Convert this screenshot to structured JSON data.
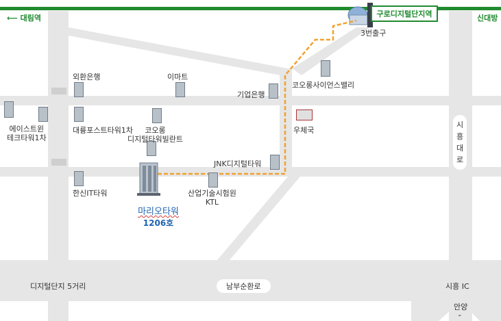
{
  "subway": {
    "line_color": "#1f8a2e",
    "direction_left": "⟵ 대림역",
    "direction_right": "신대방",
    "station": "구로디지털단지역",
    "exit": "3번출구"
  },
  "destination": {
    "name": "마리오타워",
    "room": "1206호",
    "color": "#1e62b0"
  },
  "route": {
    "color": "#f2a12e"
  },
  "buildings": {
    "exchange_bank": "외환은행",
    "emart": "이마트",
    "ibk": "기업은행",
    "kolon_science": "코오롱사이언스밸리",
    "post_office": "우체국",
    "ace_tower": "에이스트윈\n테크타워1차",
    "daeryung": "대륭포스트타워1차",
    "kolon_digital": "코오롱\n디지털타워빌란트",
    "jnk": "JNK디지털타워",
    "hanshin": "한신IT타워",
    "ktl": "산업기술시험원\nKTL"
  },
  "roads": {
    "siheung_daero": "시\n흥\n대\n로",
    "digital_5geori": "디지털단지 5거리",
    "nambusunhwan": "남부순환로",
    "siheung_ic": "시흥 IC",
    "anyang": "안양"
  },
  "colors": {
    "road": "#e6e6e6",
    "route": "#f2a12e",
    "subway": "#1f8a2e"
  }
}
